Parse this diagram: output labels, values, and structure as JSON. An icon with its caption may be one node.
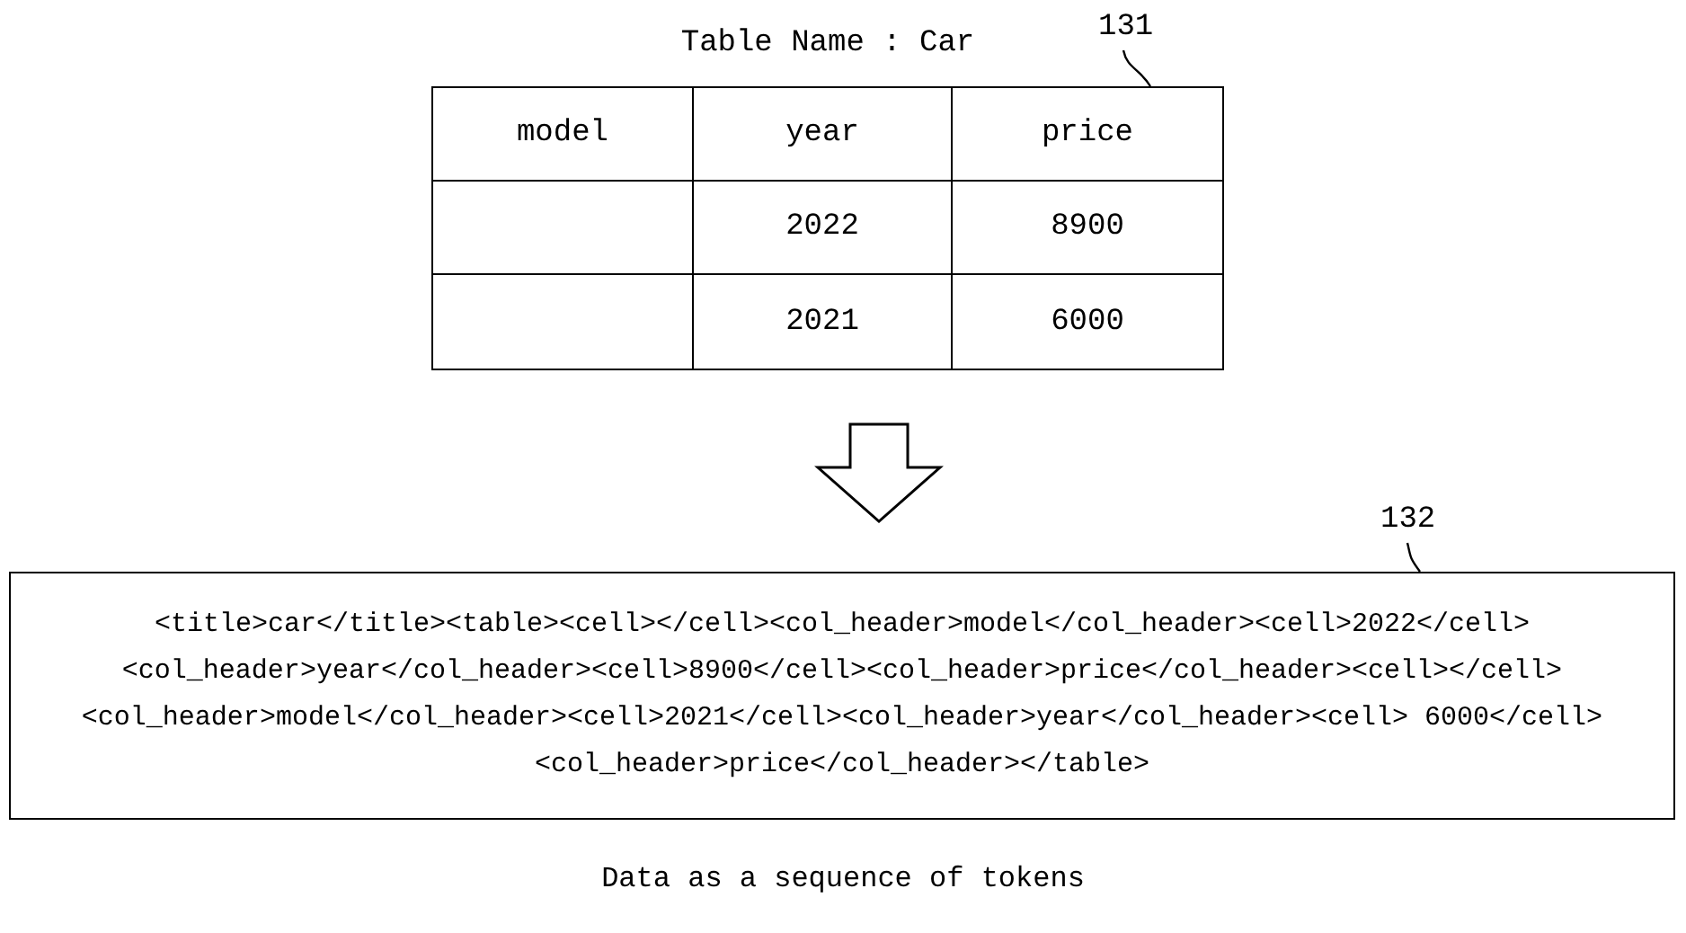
{
  "diagram": {
    "caption": "Data as a sequence of tokens",
    "nodes": [
      {
        "text": [
          "Table Name : Car"
        ]
      },
      {
        "text": [
          "<title>car</title><table><cell></cell><col_header>model</col_header><cell>2022</cell> <col_header>year</col_header><cell>8900</cell><col_header>price</col_header><cell></cell><col_header>model</col_header><cell>2021</cell><col_header>year</col_header><cell> 6000</cell><col_header>price</col_header></table>"
        ]
      },
      {
        "text": [
          "131"
        ]
      },
      {
        "text": [
          "132"
        ]
      }
    ],
    "edges": [
      {
        "from": 0,
        "to": 1,
        "arrow": "to"
      },
      {
        "from": 2,
        "to": 0,
        "arrow": "none"
      },
      {
        "from": 3,
        "to": 1,
        "arrow": "none"
      }
    ],
    "labels": [
      "model",
      "year",
      "price",
      "2022",
      "8900",
      "2021",
      "6000"
    ]
  }
}
